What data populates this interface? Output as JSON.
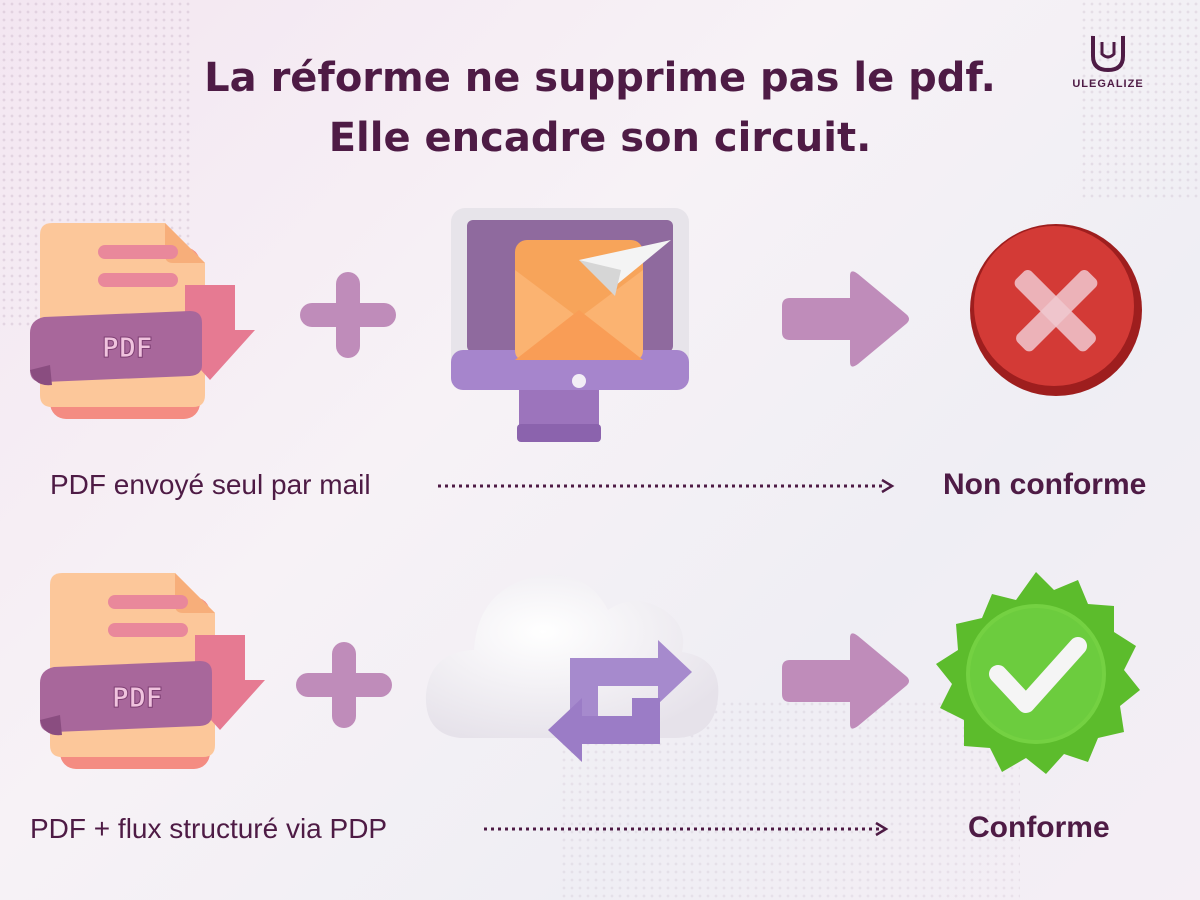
{
  "header": {
    "title_line1": "La réforme ne supprime pas le pdf.",
    "title_line2": "Elle encadre son circuit."
  },
  "brand": {
    "name": "ULEGALIZE",
    "logo_glyph": "U"
  },
  "rows": [
    {
      "document_badge": "PDF",
      "channel_icon": "email-monitor-icon",
      "caption": "PDF envoyé seul par mail",
      "result_icon": "red-cross-icon",
      "status": "Non conforme",
      "status_color": "#d33a36"
    },
    {
      "document_badge": "PDF",
      "channel_icon": "cloud-sync-icon",
      "caption": "PDF + flux structuré via PDP",
      "result_icon": "green-check-icon",
      "status": "Conforme",
      "status_color": "#6ccc3e"
    }
  ],
  "colors": {
    "text": "#4e1b45",
    "accent_purple": "#b98ab3",
    "doc_orange": "#fcc79a"
  }
}
